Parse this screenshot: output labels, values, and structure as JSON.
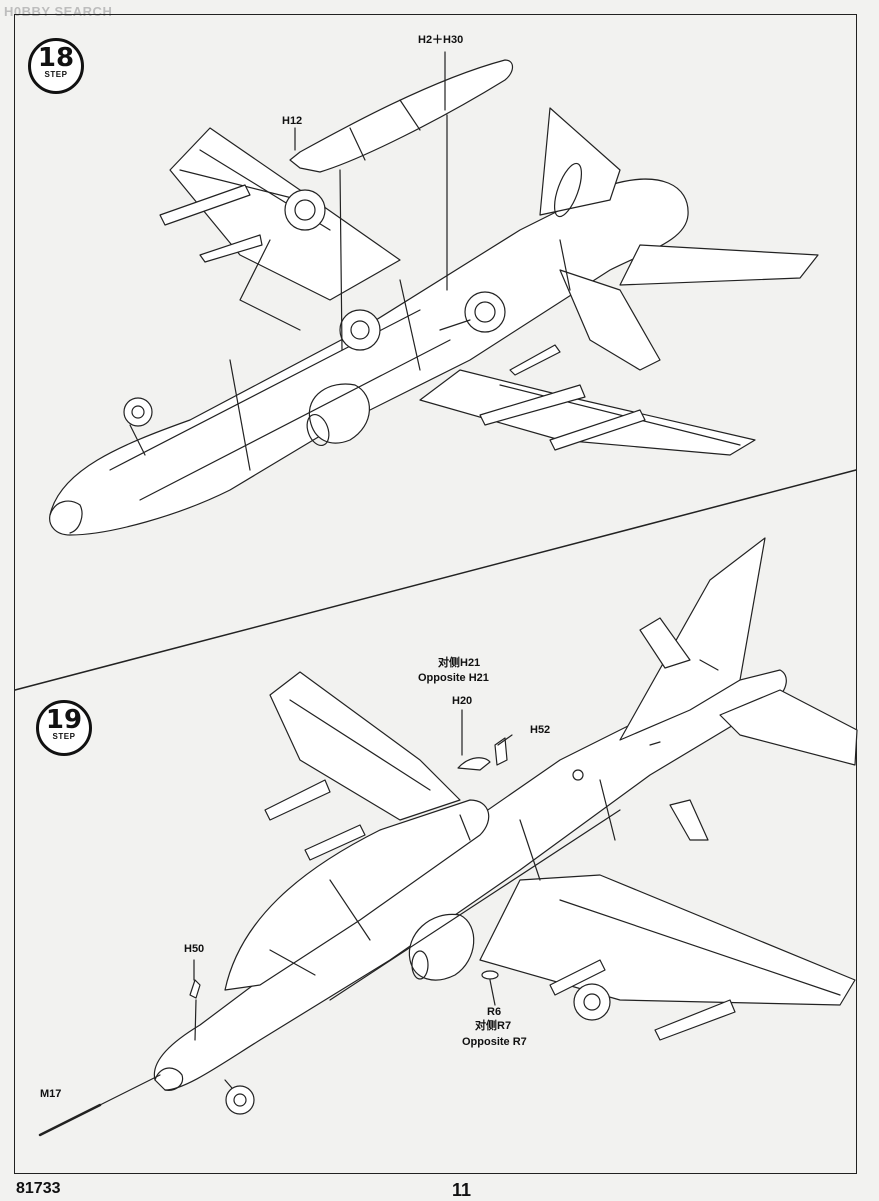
{
  "watermark": "H0BBY SEARCH",
  "steps": [
    {
      "number": "18",
      "word": "STEP"
    },
    {
      "number": "19",
      "word": "STEP"
    }
  ],
  "step18_callouts": {
    "h2_h30": "H2＋H30",
    "h12": "H12"
  },
  "step19_callouts": {
    "h21_cn": "对侧H21",
    "h21_en": "Opposite  H21",
    "h20": "H20",
    "h52": "H52",
    "h50": "H50",
    "r6": "R6",
    "r7_cn": "对侧R7",
    "r7_en": "Opposite R7",
    "m17": "M17"
  },
  "footer": {
    "product_code": "81733",
    "page_number": "11"
  }
}
